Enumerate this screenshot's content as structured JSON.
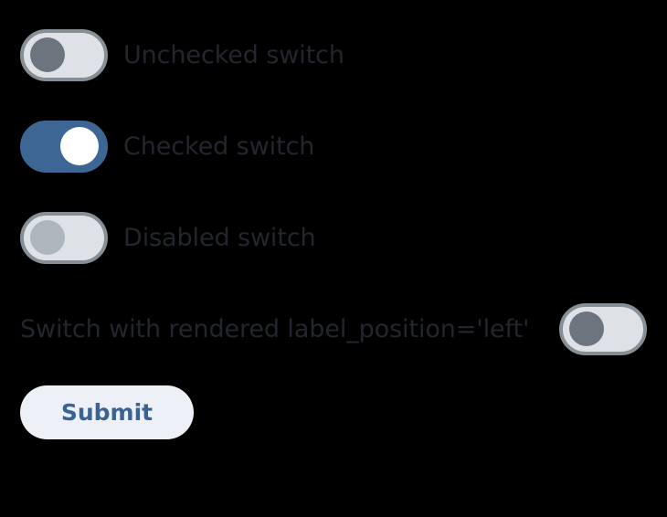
{
  "page": {
    "background_color": "#000000"
  },
  "colors": {
    "track_off": "#dee2e6",
    "track_border": "#868e96",
    "thumb_off": "#6c757d",
    "thumb_disabled": "#adb5bd",
    "track_on": "#3d6694",
    "thumb_on": "#ffffff",
    "label_text": "#23262e",
    "button_background": "#eef0f8",
    "button_text": "#3a6392"
  },
  "form": {
    "switches": [
      {
        "label": "Unchecked switch",
        "state": "off",
        "checked": false,
        "disabled": false,
        "label_position": "right",
        "name": "switch-unchecked"
      },
      {
        "label": "Checked switch",
        "state": "on",
        "checked": true,
        "disabled": false,
        "label_position": "right",
        "name": "switch-checked"
      },
      {
        "label": "Disabled switch",
        "state": "disabled",
        "checked": false,
        "disabled": true,
        "label_position": "right",
        "name": "switch-disabled"
      },
      {
        "label": "Switch with rendered label_position='left'",
        "state": "off",
        "checked": false,
        "disabled": false,
        "label_position": "left",
        "name": "switch-label-left"
      }
    ],
    "submit": {
      "label": "Submit"
    }
  }
}
